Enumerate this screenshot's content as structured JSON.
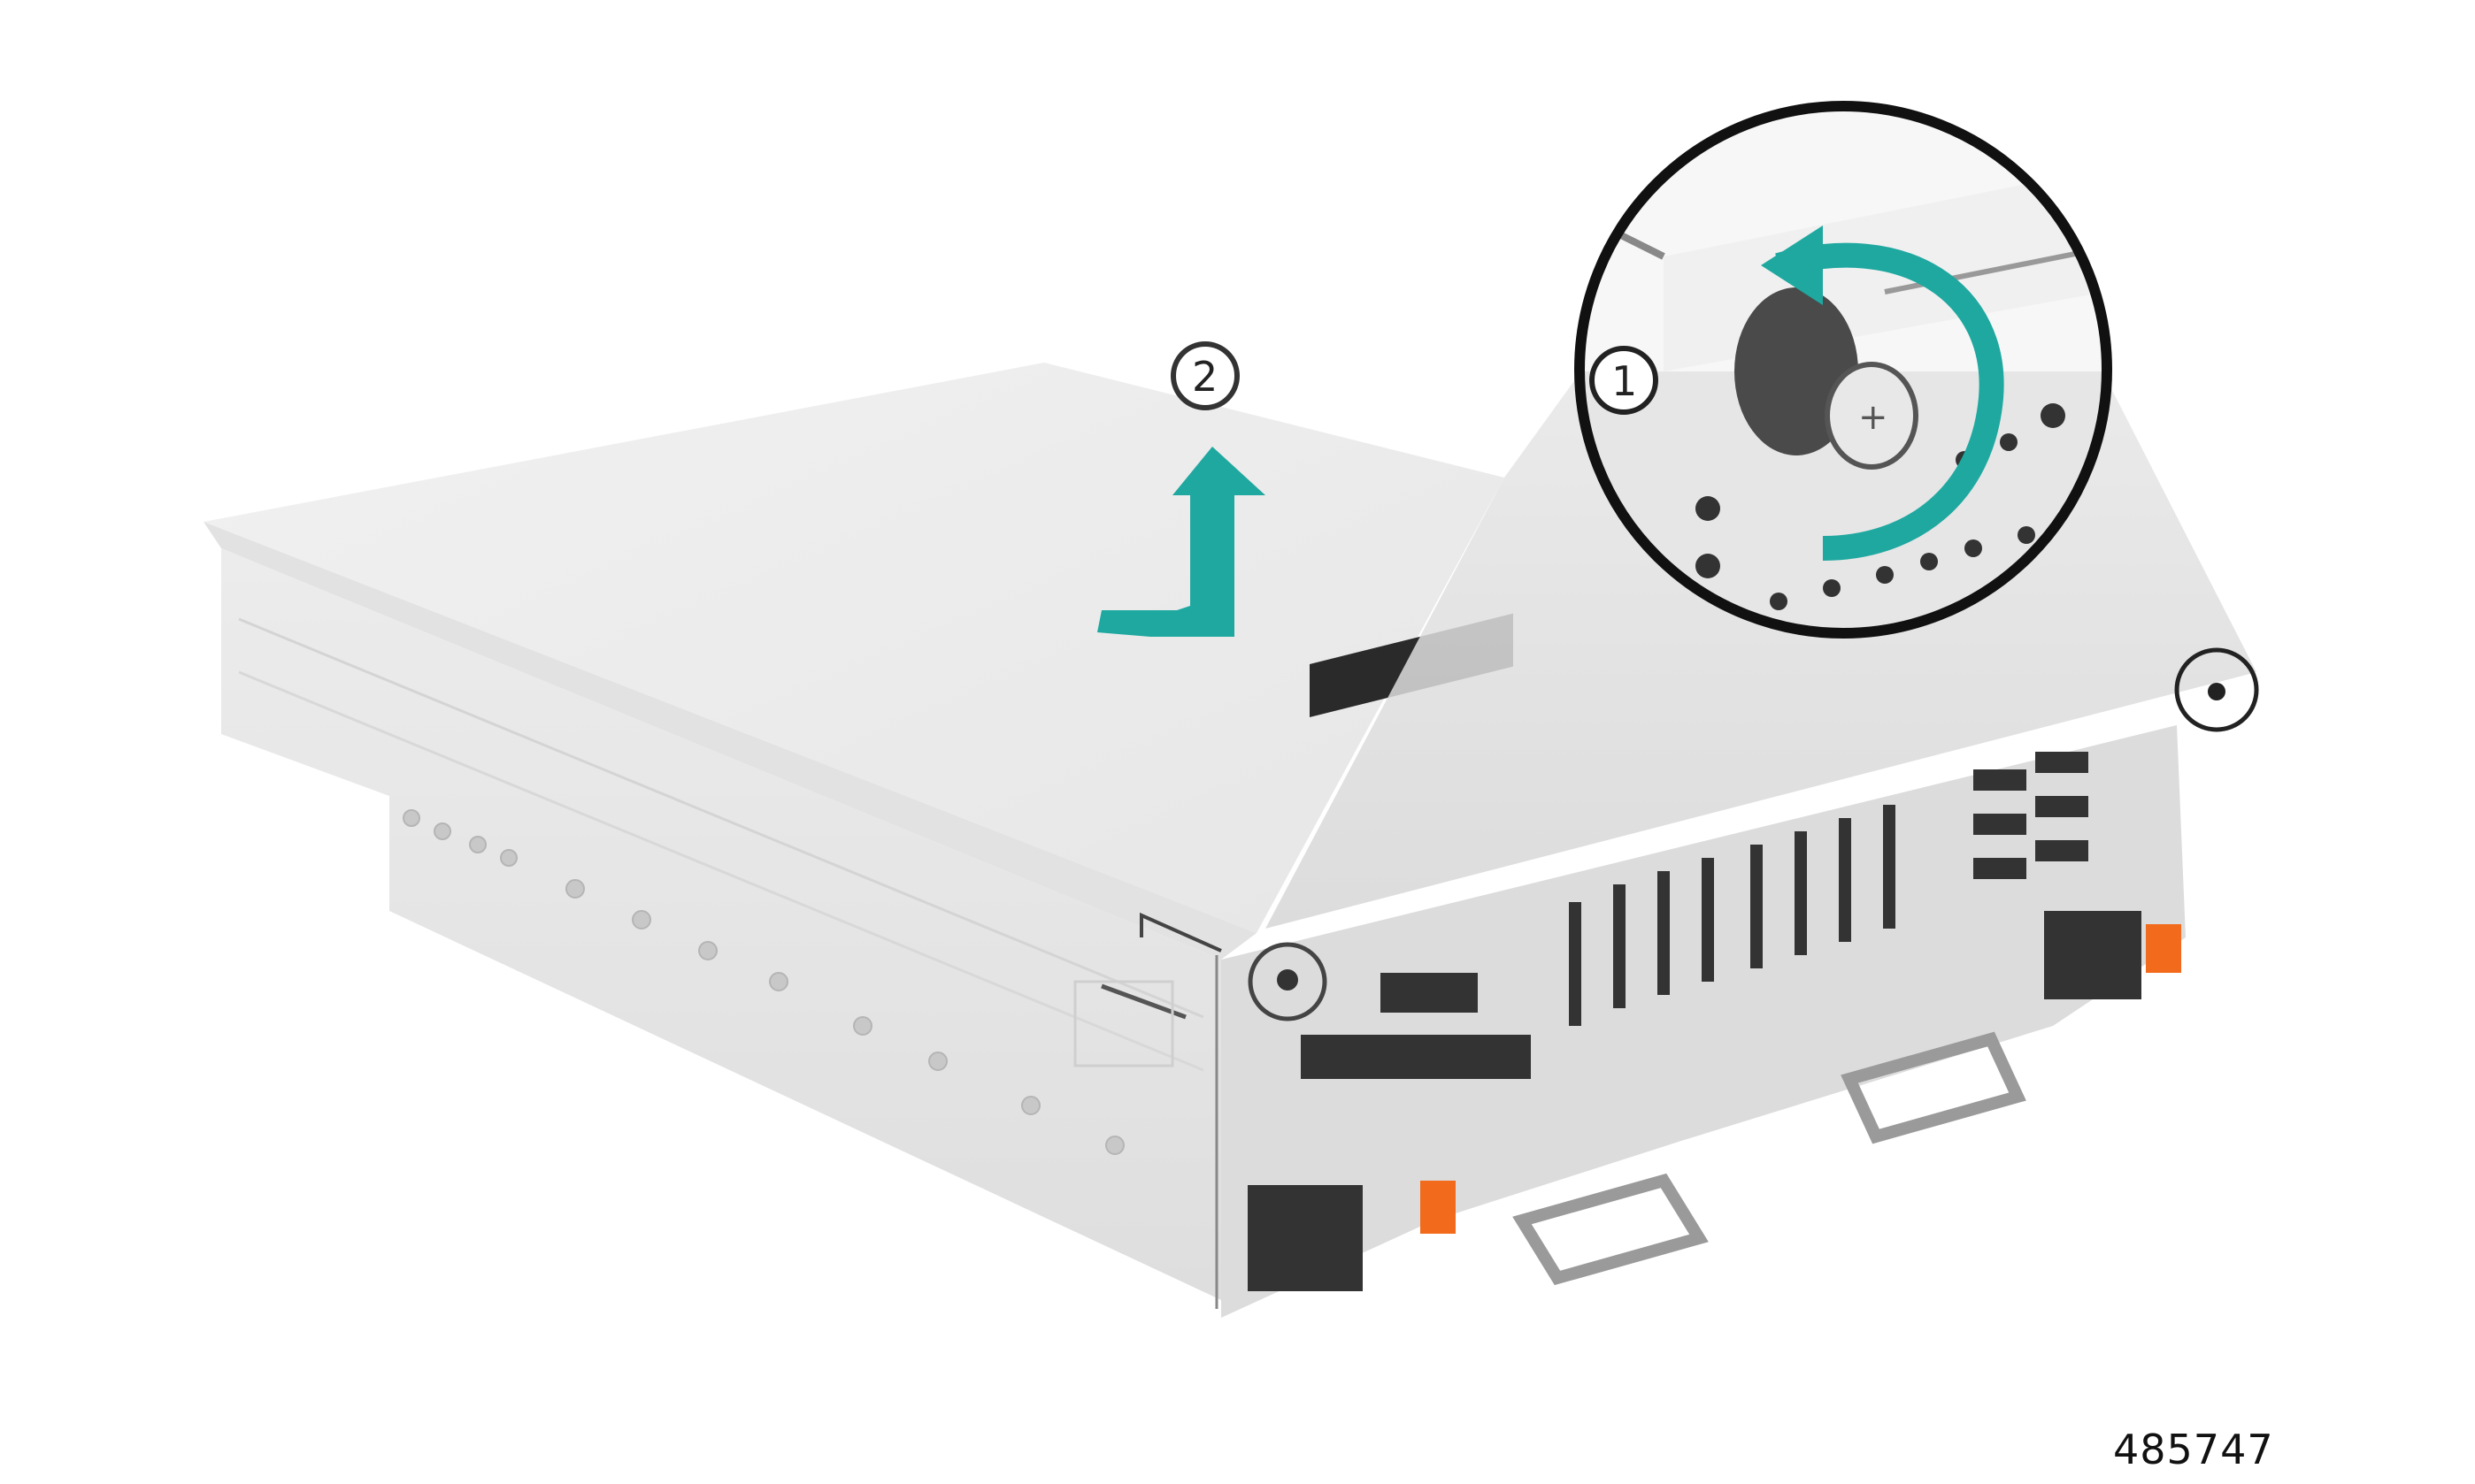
{
  "figure": {
    "id_label": "485747",
    "subject": "Server chassis - top cover removal",
    "callouts": [
      {
        "number": "1",
        "description": "Loosen captive thumbscrew (counter-clockwise rotation arrow)"
      },
      {
        "number": "2",
        "description": "Slide and lift top cover (L-shaped arrow)"
      }
    ],
    "detail_view": {
      "shape": "circle",
      "shows": "captive thumbscrew at rear of chassis"
    },
    "highlighted_screws": 2
  },
  "colors": {
    "arrow": "#1fa8a0",
    "arrow_dark": "#17918b",
    "chassis_top": "#eeeeee",
    "chassis_side": "#e4e4e4",
    "chassis_front": "#d9d9d9",
    "callout_outline": "#111111",
    "release_tab": "#f26a1b",
    "background": "#ffffff"
  }
}
